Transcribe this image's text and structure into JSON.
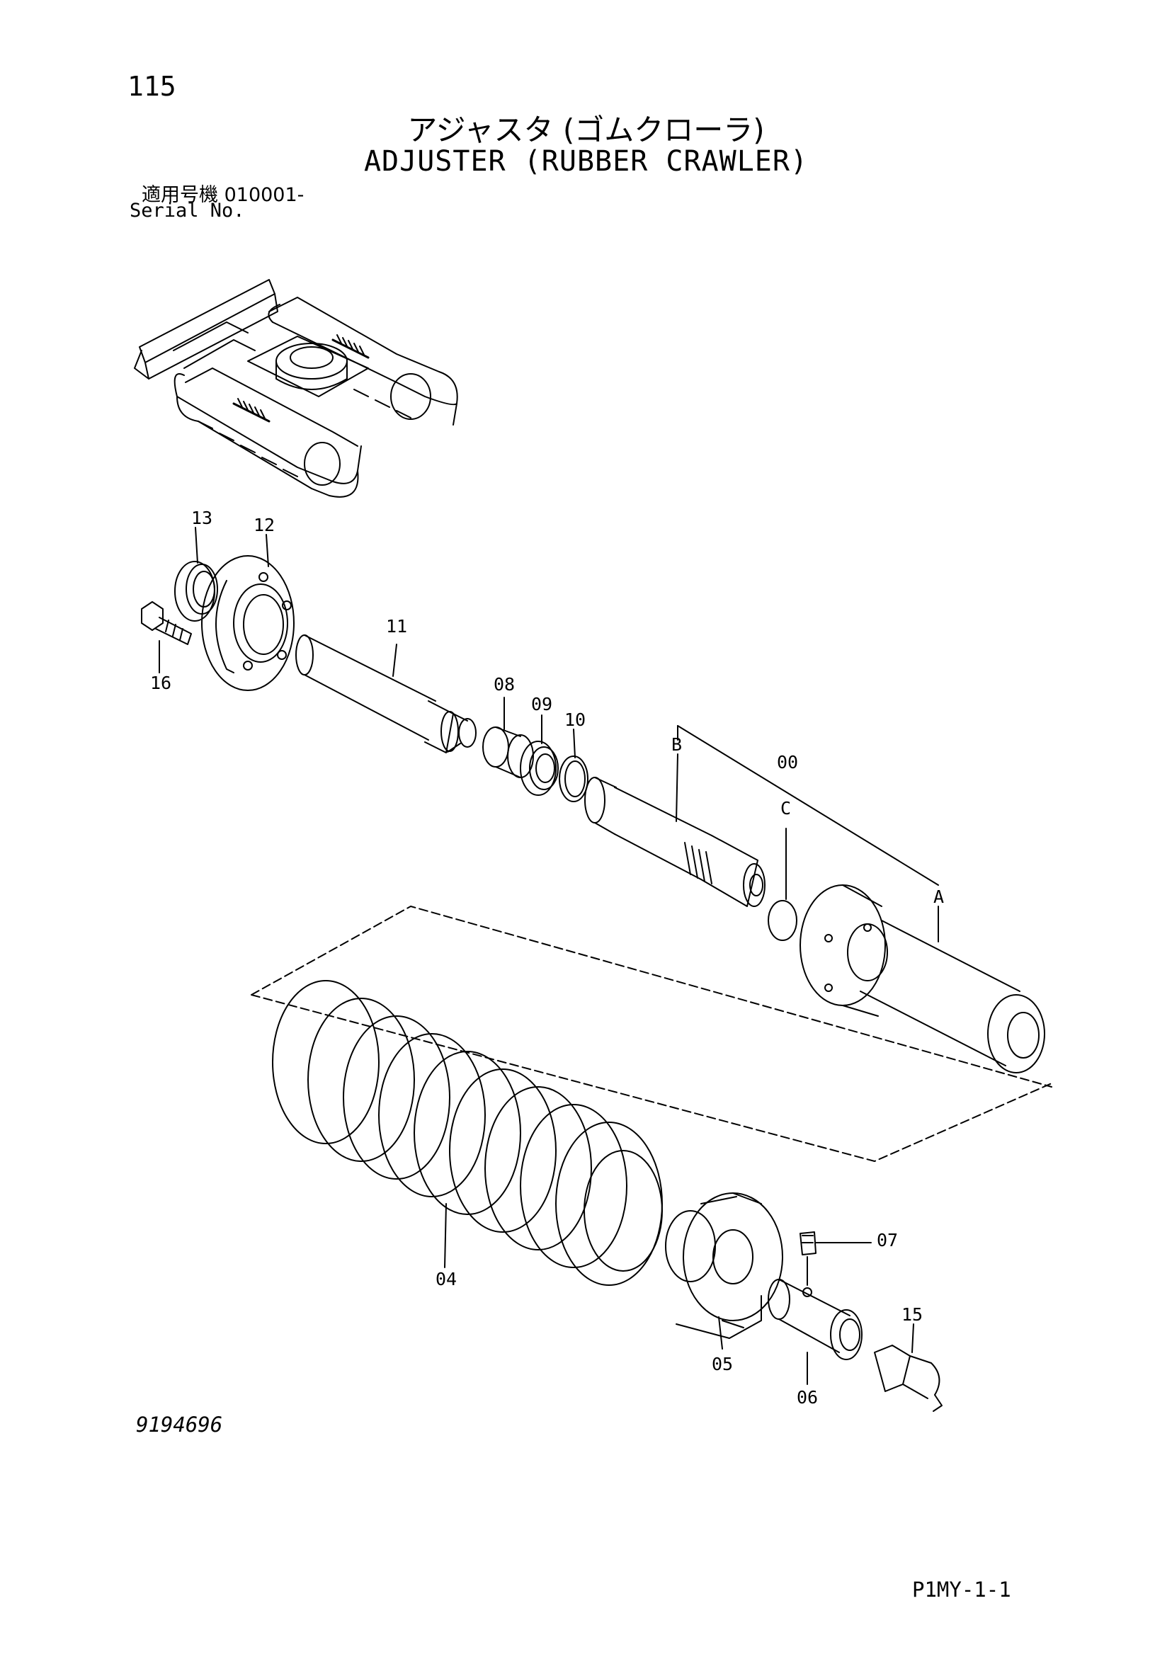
{
  "header": {
    "page_number": "115",
    "title_jp": "アジャスタ (ゴムクローラ)",
    "title_en": "ADJUSTER (RUBBER CRAWLER)",
    "serial_label_jp": "適用号機  010001-",
    "serial_label_en": "Serial No."
  },
  "callouts": {
    "c13": "13",
    "c12": "12",
    "c16": "16",
    "c11": "11",
    "c08": "08",
    "c09": "09",
    "c10": "10",
    "cB": "B",
    "c00": "00",
    "cC": "C",
    "cA": "A",
    "c04": "04",
    "c07": "07",
    "c15": "15",
    "c05": "05",
    "c06": "06"
  },
  "footer": {
    "drawing_number": "9194696",
    "sheet_code": "P1MY-1-1"
  }
}
